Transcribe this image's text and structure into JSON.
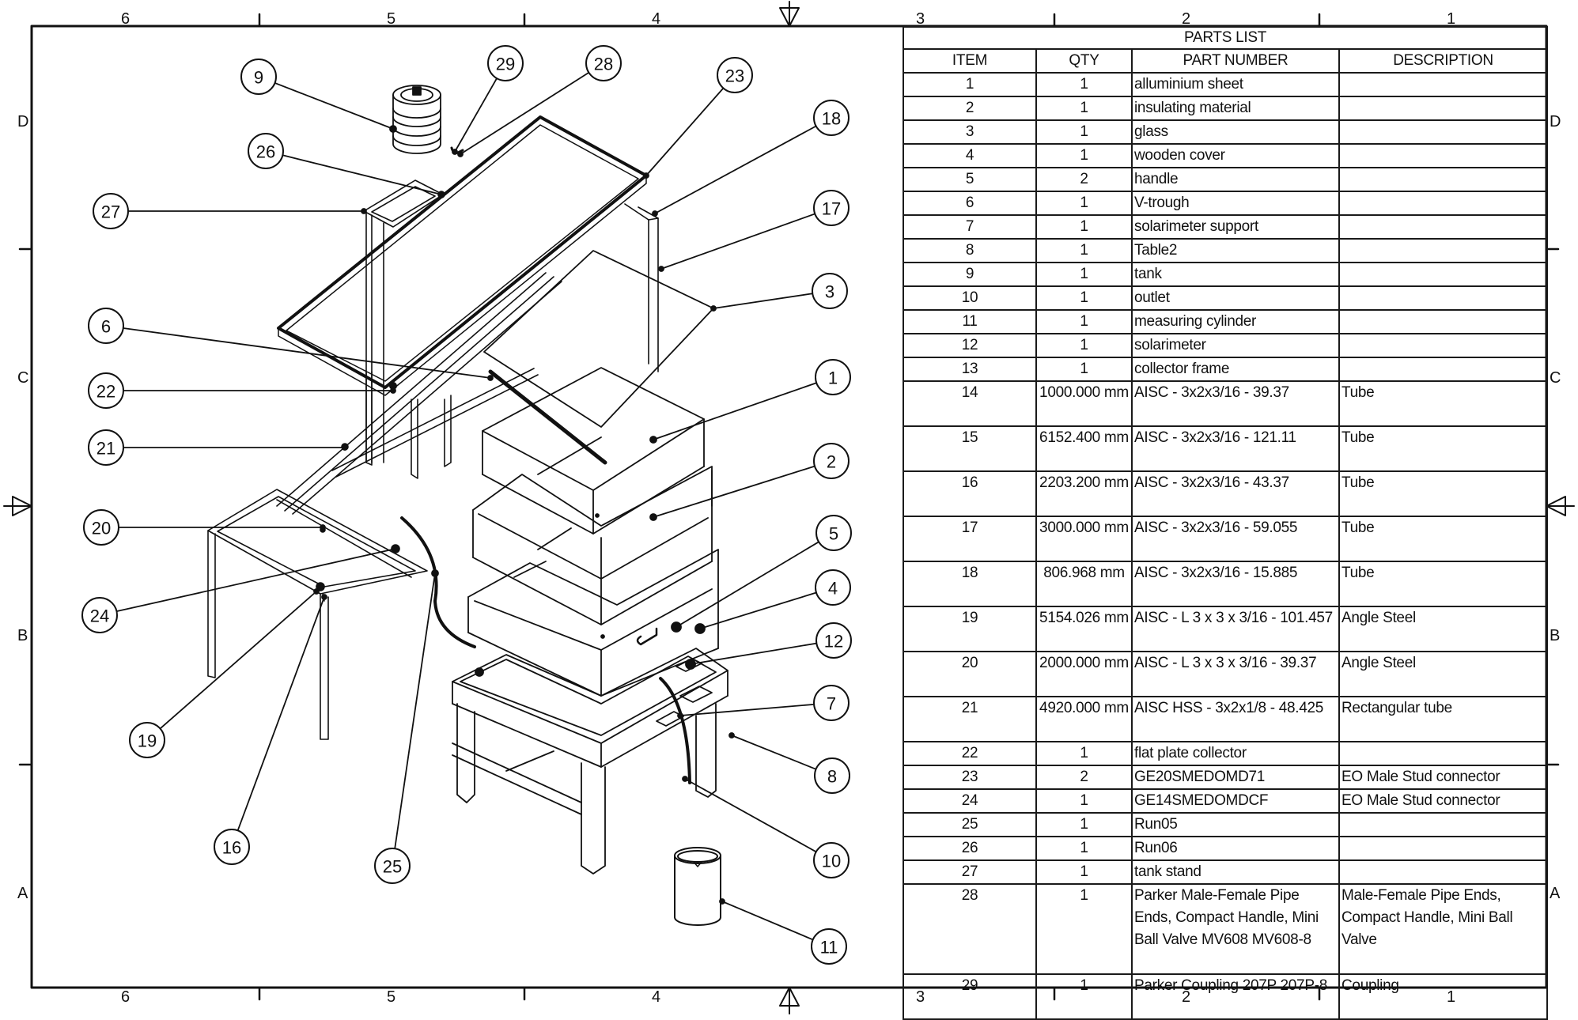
{
  "sheet": {
    "zones_top": [
      "6",
      "5",
      "4",
      "3",
      "2",
      "1"
    ],
    "zones_bottom": [
      "6",
      "5",
      "4",
      "3",
      "2",
      "1"
    ],
    "zones_left": [
      "D",
      "C",
      "B",
      "A"
    ],
    "zones_right": [
      "D",
      "C",
      "B",
      "A"
    ]
  },
  "parts_list": {
    "title": "PARTS LIST",
    "columns": [
      "ITEM",
      "QTY",
      "PART NUMBER",
      "DESCRIPTION"
    ],
    "rows": [
      {
        "item": "1",
        "qty": "1",
        "part_number": "alluminium sheet",
        "description": ""
      },
      {
        "item": "2",
        "qty": "1",
        "part_number": "insulating material",
        "description": ""
      },
      {
        "item": "3",
        "qty": "1",
        "part_number": "glass",
        "description": ""
      },
      {
        "item": "4",
        "qty": "1",
        "part_number": "wooden cover",
        "description": ""
      },
      {
        "item": "5",
        "qty": "2",
        "part_number": "handle",
        "description": ""
      },
      {
        "item": "6",
        "qty": "1",
        "part_number": "V-trough",
        "description": ""
      },
      {
        "item": "7",
        "qty": "1",
        "part_number": "solarimeter support",
        "description": ""
      },
      {
        "item": "8",
        "qty": "1",
        "part_number": "Table2",
        "description": ""
      },
      {
        "item": "9",
        "qty": "1",
        "part_number": "tank",
        "description": ""
      },
      {
        "item": "10",
        "qty": "1",
        "part_number": "outlet",
        "description": ""
      },
      {
        "item": "11",
        "qty": "1",
        "part_number": "measuring cylinder",
        "description": ""
      },
      {
        "item": "12",
        "qty": "1",
        "part_number": "solarimeter",
        "description": ""
      },
      {
        "item": "13",
        "qty": "1",
        "part_number": "collector frame",
        "description": ""
      },
      {
        "item": "14",
        "qty": "1000.000 mm",
        "part_number": "AISC - 3x2x3/16 - 39.37",
        "description": "Tube"
      },
      {
        "item": "15",
        "qty": "6152.400 mm",
        "part_number": "AISC - 3x2x3/16 - 121.11",
        "description": "Tube"
      },
      {
        "item": "16",
        "qty": "2203.200 mm",
        "part_number": "AISC - 3x2x3/16 - 43.37",
        "description": "Tube"
      },
      {
        "item": "17",
        "qty": "3000.000 mm",
        "part_number": "AISC - 3x2x3/16 - 59.055",
        "description": "Tube"
      },
      {
        "item": "18",
        "qty": "806.968 mm",
        "part_number": "AISC - 3x2x3/16 - 15.885",
        "description": "Tube"
      },
      {
        "item": "19",
        "qty": "5154.026 mm",
        "part_number": "AISC - L 3 x 3 x 3/16 - 101.457",
        "description": "Angle Steel"
      },
      {
        "item": "20",
        "qty": "2000.000 mm",
        "part_number": "AISC - L 3 x 3 x 3/16 - 39.37",
        "description": "Angle Steel"
      },
      {
        "item": "21",
        "qty": "4920.000 mm",
        "part_number": "AISC HSS - 3x2x1/8 - 48.425",
        "description": "Rectangular tube"
      },
      {
        "item": "22",
        "qty": "1",
        "part_number": "flat plate collector",
        "description": ""
      },
      {
        "item": "23",
        "qty": "2",
        "part_number": "GE20SMEDOMD71",
        "description": "EO Male Stud connector"
      },
      {
        "item": "24",
        "qty": "1",
        "part_number": "GE14SMEDOMDCF",
        "description": "EO Male Stud connector"
      },
      {
        "item": "25",
        "qty": "1",
        "part_number": "Run05",
        "description": ""
      },
      {
        "item": "26",
        "qty": "1",
        "part_number": "Run06",
        "description": ""
      },
      {
        "item": "27",
        "qty": "1",
        "part_number": "tank stand",
        "description": ""
      },
      {
        "item": "28",
        "qty": "1",
        "part_number": "Parker Male-Female Pipe Ends, Compact Handle, Mini Ball Valve MV608 MV608-8",
        "description": "Male-Female Pipe Ends, Compact Handle, Mini Ball Valve"
      },
      {
        "item": "29",
        "qty": "1",
        "part_number": "Parker Coupling 207P 207P-8",
        "description": "Coupling"
      }
    ]
  },
  "balloons": [
    "9",
    "29",
    "28",
    "23",
    "18",
    "26",
    "27",
    "17",
    "3",
    "6",
    "1",
    "22",
    "21",
    "2",
    "20",
    "5",
    "4",
    "24",
    "12",
    "7",
    "19",
    "8",
    "16",
    "25",
    "10",
    "11"
  ]
}
